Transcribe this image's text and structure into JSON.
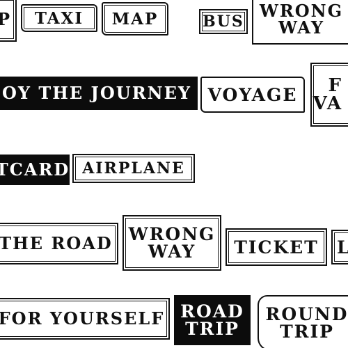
{
  "labels": {
    "p_partial": "P",
    "taxi": "TAXI",
    "map": "MAP",
    "bus": "BUS",
    "wrong_way_top_1": "WRONG",
    "wrong_way_top_2": "WAY",
    "enjoy_partial": "OY THE JOURNEY",
    "voyage": "VOYAGE",
    "vacation_partial_1": "F",
    "vacation_partial_2": "VA",
    "postcard_partial": "TCARD",
    "airplane": "AIRPLANE",
    "on_the_road_partial": "THE ROAD",
    "wrong_way_mid_1": "WRONG",
    "wrong_way_mid_2": "WAY",
    "ticket": "TICKET",
    "right_edge_partial": "L",
    "for_yourself_partial": "FOR YOURSELF",
    "road_trip_1": "ROAD",
    "road_trip_2": "TRIP",
    "round_trip_1": "ROUND",
    "round_trip_2": "TRIP"
  },
  "colors": {
    "ink": "#111111",
    "paper": "#ffffff",
    "inverted_bg": "#0c0c0c"
  }
}
